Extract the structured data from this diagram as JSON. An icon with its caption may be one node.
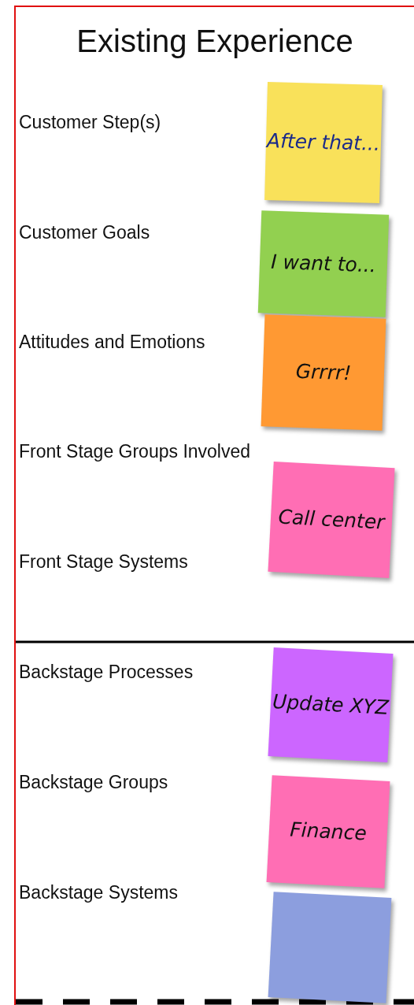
{
  "diagram": {
    "title": "Existing Experience",
    "nodes": [
      {
        "text": [
          "After that..."
        ]
      },
      {
        "text": [
          "I want to..."
        ]
      },
      {
        "text": [
          "Grrrr!"
        ]
      },
      {
        "text": [
          "Call center"
        ]
      },
      {
        "text": [
          "Update XYZ"
        ]
      },
      {
        "text": [
          "Finance"
        ]
      },
      {
        "text": [],
        "shape": "box"
      }
    ],
    "labels": [
      "Customer Step(s)",
      "Customer Goals",
      "Attitudes and Emotions",
      "Front Stage Groups Involved",
      "Front Stage Systems",
      "Backstage Processes",
      "Backstage Groups",
      "Backstage Systems"
    ]
  }
}
